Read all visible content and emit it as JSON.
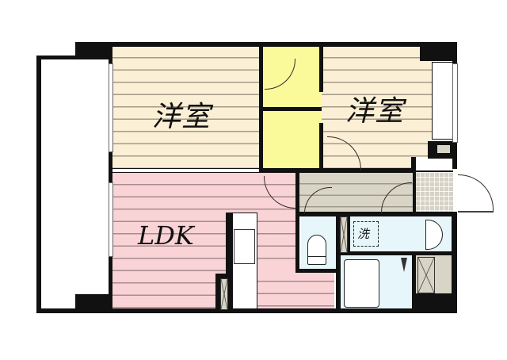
{
  "floor_plan": {
    "rooms": [
      {
        "id": "western-room-1",
        "label": "洋室",
        "type": "bedroom",
        "floor": "wood",
        "color": "#fbefd6"
      },
      {
        "id": "western-room-2",
        "label": "洋室",
        "type": "bedroom",
        "floor": "wood",
        "color": "#fbefd6"
      },
      {
        "id": "ldk",
        "label": "LDK",
        "type": "living-dining-kitchen",
        "floor": "wood",
        "color": "#f9d3d6"
      },
      {
        "id": "closet-upper",
        "label": "",
        "type": "closet",
        "color": "#fafa9a"
      },
      {
        "id": "closet-lower",
        "label": "",
        "type": "closet",
        "color": "#fafa9a"
      },
      {
        "id": "hallway",
        "label": "",
        "type": "hallway",
        "color": "#d8d4c6"
      },
      {
        "id": "toilet",
        "label": "",
        "type": "toilet",
        "color": "#e6f6fb"
      },
      {
        "id": "washroom",
        "label": "",
        "type": "washroom",
        "color": "#e6f6fb"
      },
      {
        "id": "bathroom",
        "label": "",
        "type": "bathroom",
        "color": "#e6f6fb"
      },
      {
        "id": "entrance",
        "label": "",
        "type": "genkan-tile",
        "color": "#d6d2c4"
      },
      {
        "id": "balcony",
        "label": "",
        "type": "balcony",
        "color": "#ffffff"
      }
    ],
    "fixtures": {
      "washer_label": "洗"
    },
    "colors": {
      "wall": "#111111",
      "door_arc": "#3a2a2a"
    }
  }
}
